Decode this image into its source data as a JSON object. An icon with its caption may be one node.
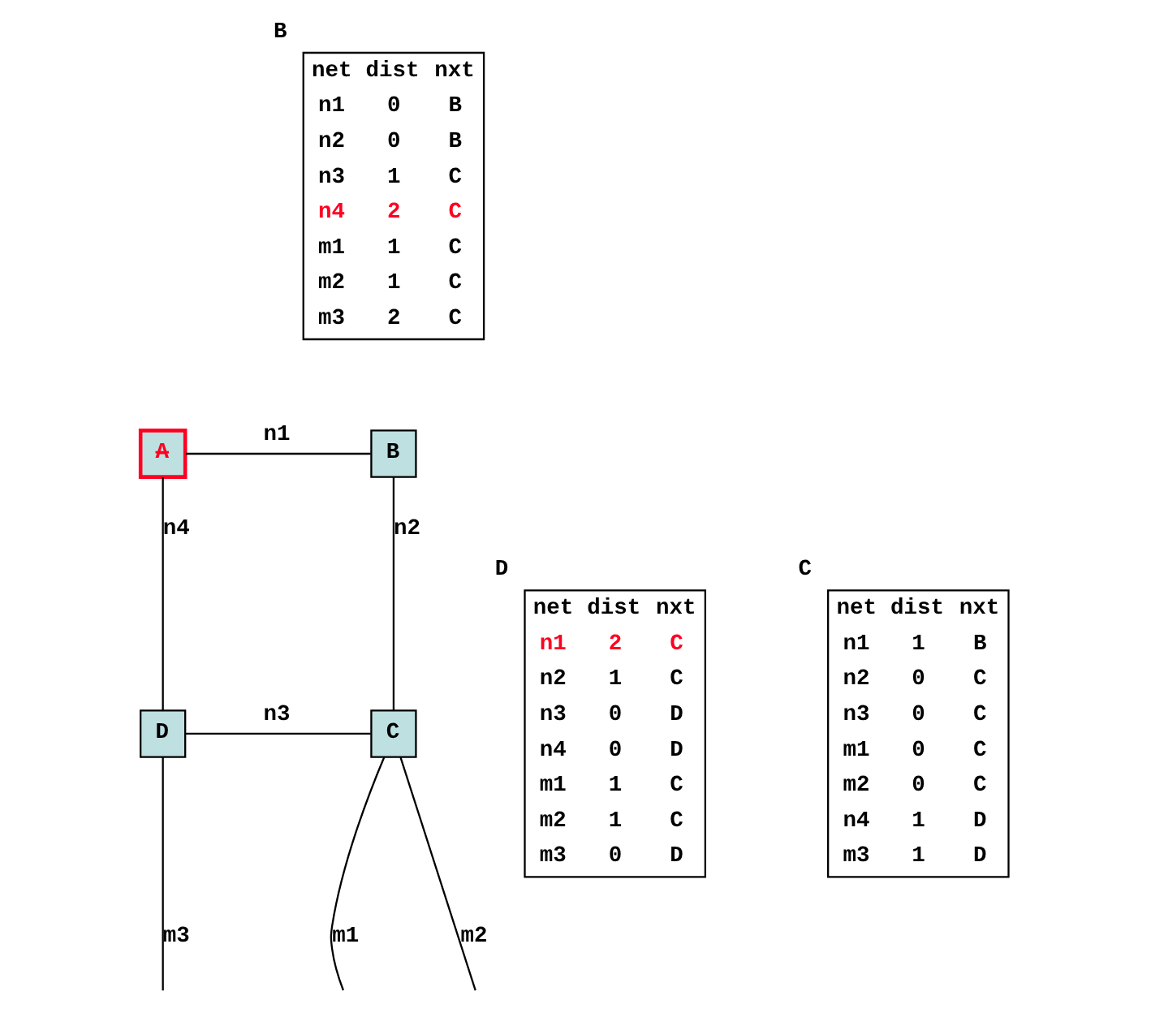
{
  "diagram": {
    "nodes": [
      {
        "text": [
          "net dist nxt",
          "n1 0 B",
          "n2 0 B",
          "n3 1 C",
          "n4 2 C",
          "m1 1 C",
          "m2 1 C",
          "m3 2 C"
        ],
        "beside": [
          "B"
        ]
      },
      {
        "text": [
          "A"
        ]
      },
      {
        "text": [
          "B"
        ]
      },
      {
        "text": [
          "net dist nxt",
          "n1 2 C",
          "n2 1 C",
          "n3 0 D",
          "n4 0 D",
          "m1 1 C",
          "m2 1 C",
          "m3 0 D"
        ],
        "beside": [
          "D"
        ]
      },
      {
        "text": [
          "D"
        ]
      },
      {
        "text": [
          "C"
        ]
      },
      {
        "text": [
          "net dist nxt",
          "n1 1 B",
          "n2 0 C",
          "n3 0 C",
          "m1 0 C",
          "m2 0 C",
          "n4 1 D",
          "m3 1 D"
        ],
        "beside": [
          "C"
        ]
      }
    ],
    "edges": [
      {
        "from": 1,
        "to": 2,
        "arrow": "none",
        "label": "n1"
      },
      {
        "from": 2,
        "to": 5,
        "arrow": "none",
        "label": "n2"
      },
      {
        "from": 4,
        "to": 5,
        "arrow": "none",
        "label": "n3"
      },
      {
        "from": 1,
        "to": 4,
        "arrow": "none",
        "label": "n4"
      },
      {
        "from": 5,
        "to": null,
        "arrow": "none",
        "label": "m2"
      },
      {
        "from": 5,
        "to": null,
        "arrow": "none",
        "label": "m1"
      },
      {
        "from": 4,
        "to": null,
        "arrow": "none",
        "label": "m3"
      }
    ]
  }
}
